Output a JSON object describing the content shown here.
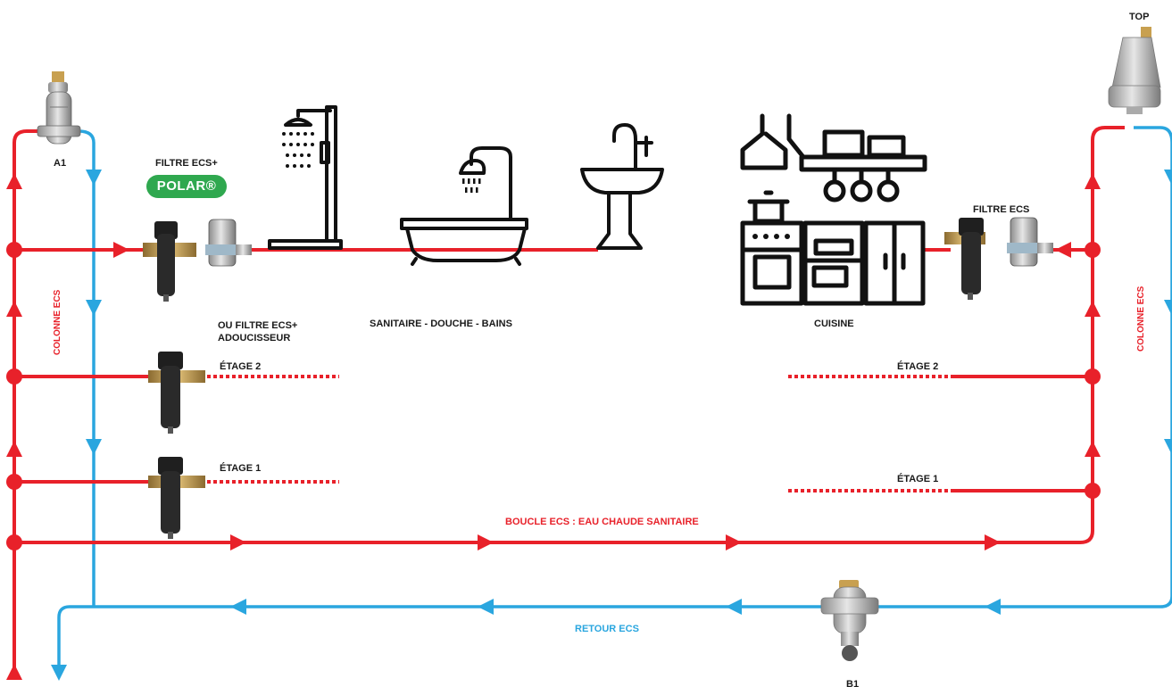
{
  "labels": {
    "top": "TOP",
    "a1": "A1",
    "b1": "B1",
    "filtre_ecs_plus": "FILTRE ECS+",
    "polar": "POLAR®",
    "ou_filtre_line1": "OU FILTRE ECS+",
    "ou_filtre_line2": "ADOUCISSEUR",
    "sanitaire": "SANITAIRE - DOUCHE - BAINS",
    "cuisine": "CUISINE",
    "filtre_ecs": "FILTRE ECS",
    "etage2_left": "ÉTAGE 2",
    "etage1_left": "ÉTAGE 1",
    "etage2_right": "ÉTAGE 2",
    "etage1_right": "ÉTAGE 1",
    "boucle": "BOUCLE ECS : EAU CHAUDE SANITAIRE",
    "retour": "RETOUR ECS",
    "colonne_left": "COLONNE ECS",
    "colonne_right": "COLONNE ECS"
  },
  "colors": {
    "hot": "#e8212a",
    "cold": "#2aa6df",
    "ink": "#1a1a1a",
    "polar": "#2fa84f"
  },
  "icons": [
    "air-separator-a1",
    "air-vent-top",
    "dirt-separator-b1",
    "water-filter",
    "shower-icon",
    "bathtub-icon",
    "sink-icon",
    "kitchen-icon"
  ]
}
